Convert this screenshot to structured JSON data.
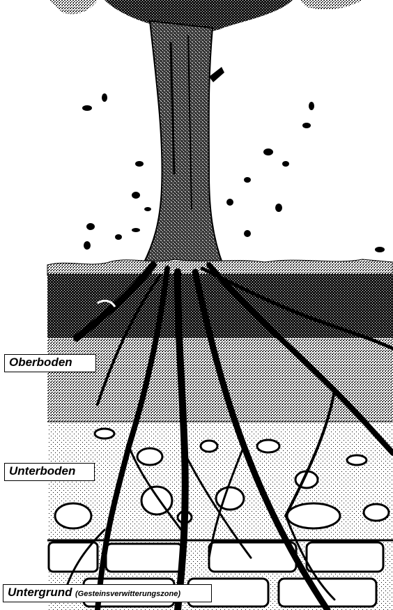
{
  "horizons": {
    "oberboden": "Oberboden",
    "unterboden": "Unterboden",
    "untergrund": "Untergrund",
    "untergrund_note": "(Gesteinsverwitterungszone)"
  },
  "colors": {
    "ink": "#000000",
    "paper": "#ffffff",
    "stipple": "#6e6e6e"
  }
}
